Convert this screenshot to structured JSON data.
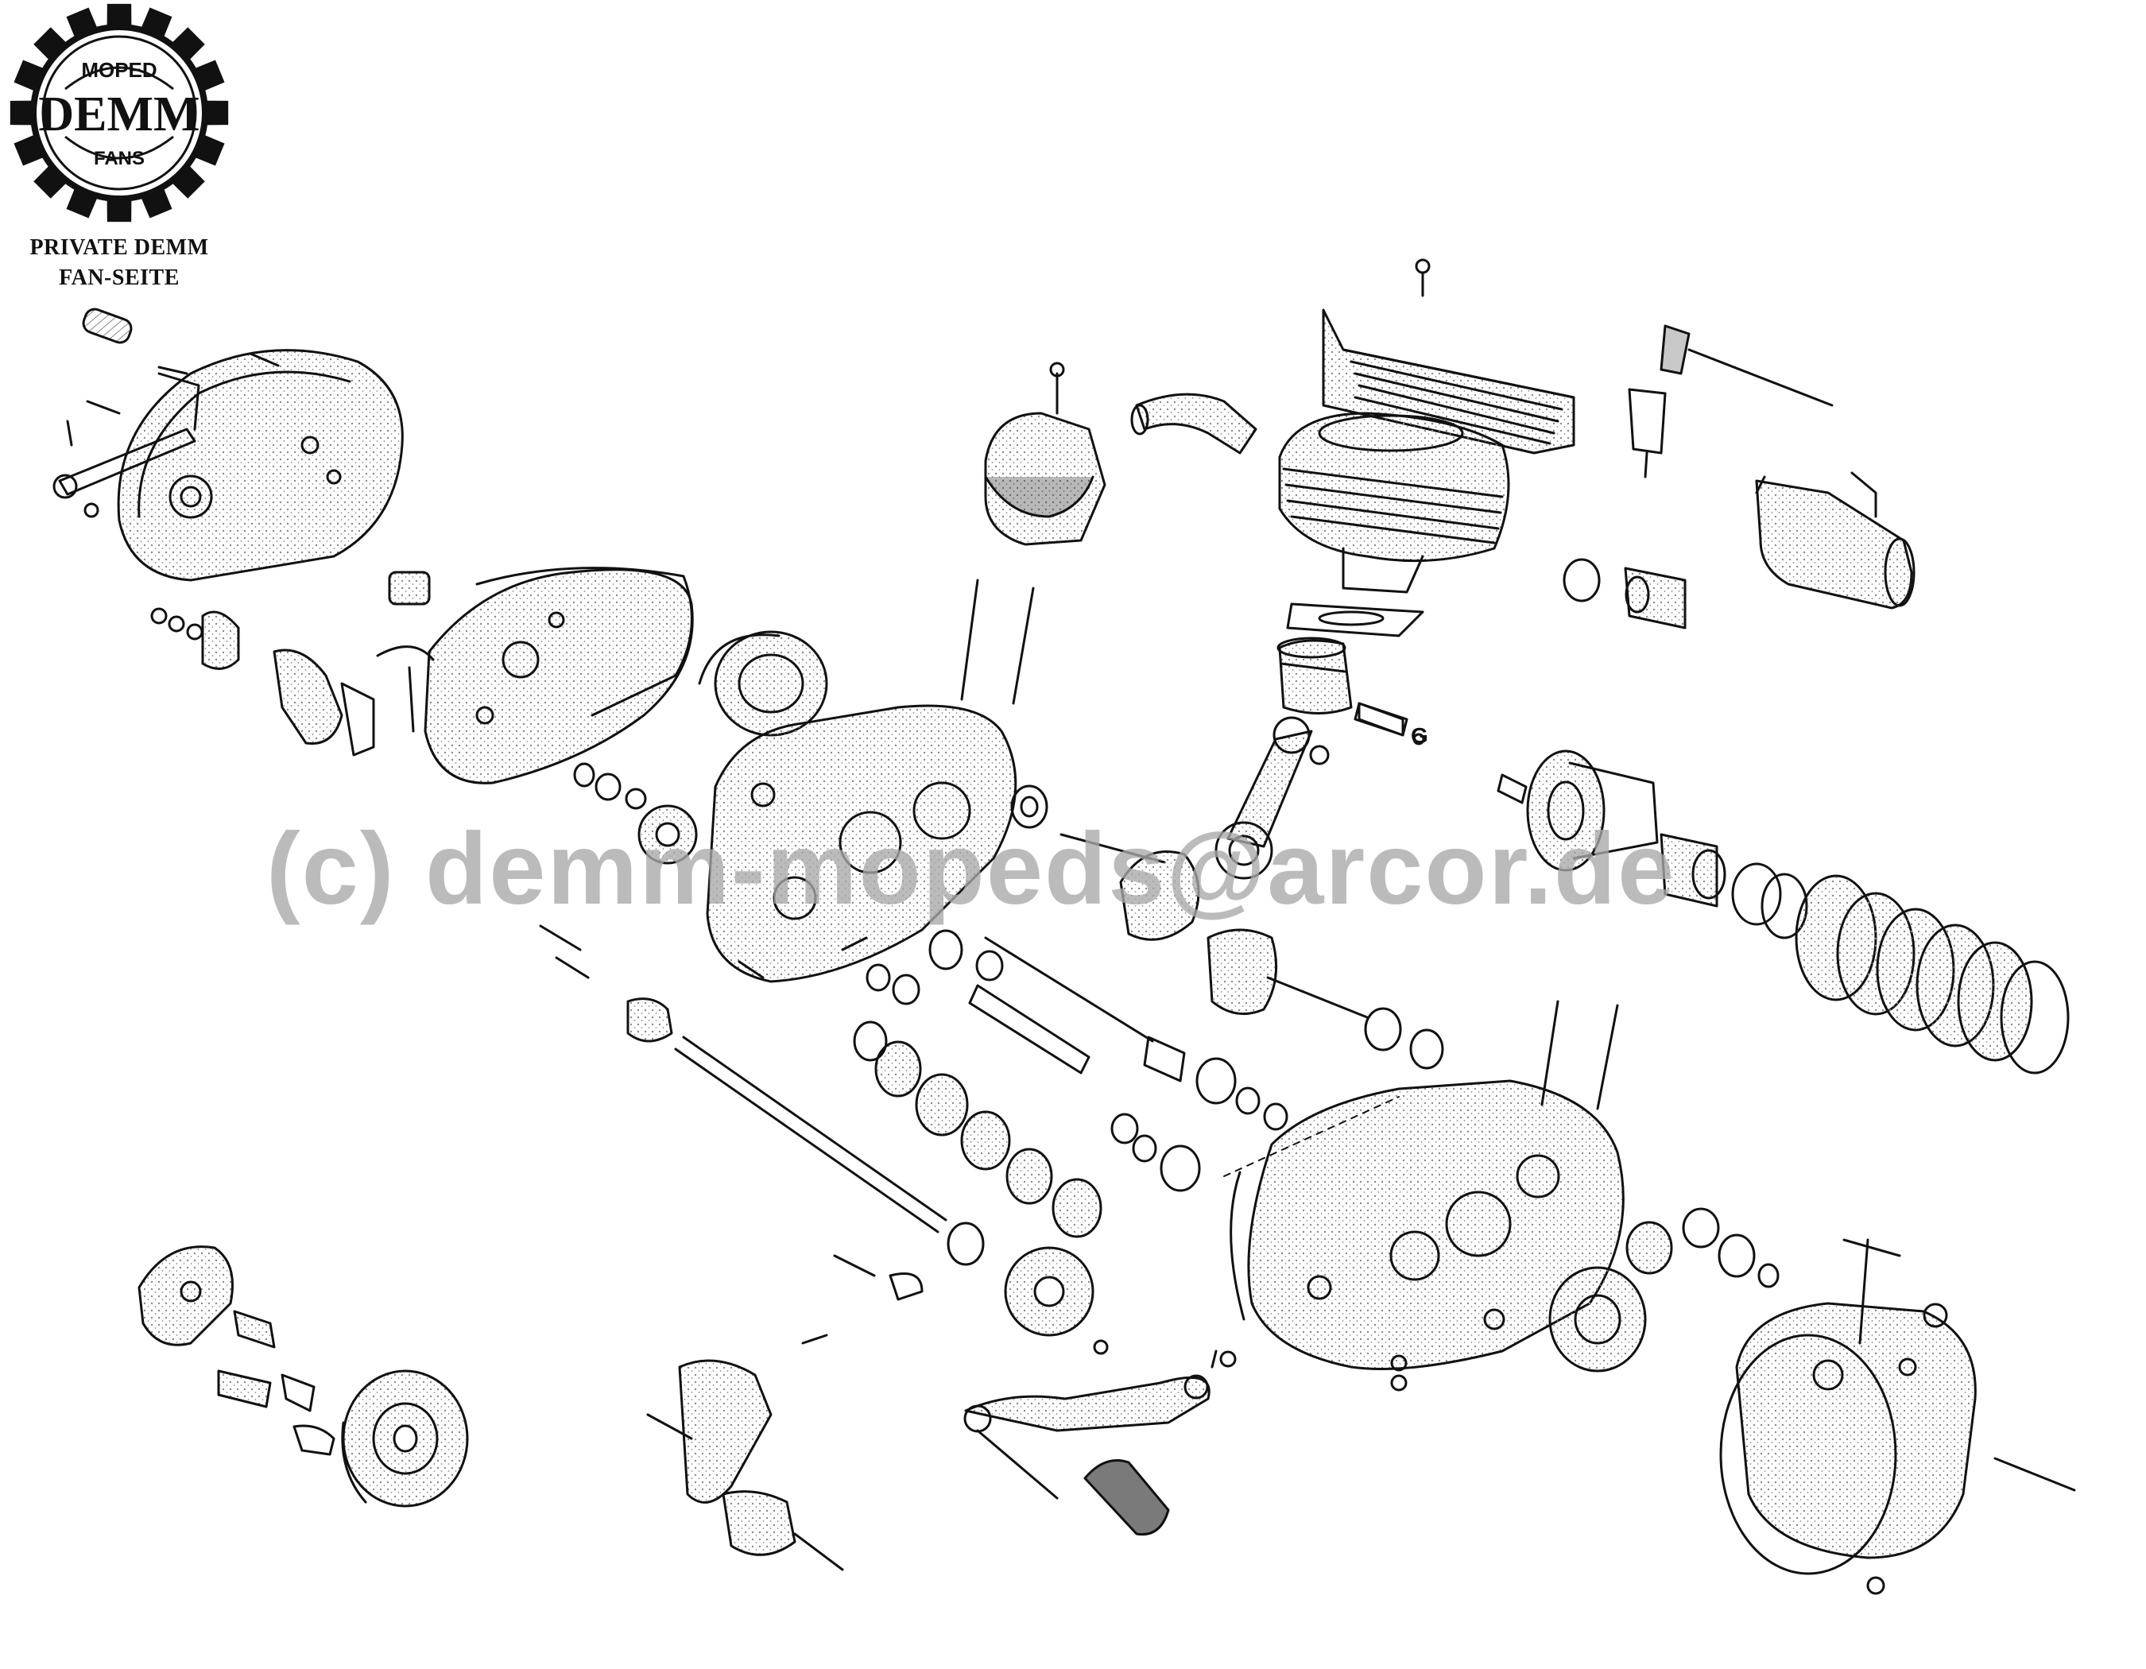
{
  "logo": {
    "top_text": "MOPED",
    "center_text": "DEMM",
    "bottom_text": "FANS",
    "caption_line1": "PRIVATE DEMM",
    "caption_line2": "FAN-SEITE"
  },
  "watermark": {
    "text": "(c) demm-mopeds@arcor.de"
  },
  "parts_label": {
    "text": "G"
  },
  "colors": {
    "ink": "#111111",
    "stipple": "#8a8a8a",
    "watermark": "#a9a9a9",
    "background": "#ffffff"
  }
}
